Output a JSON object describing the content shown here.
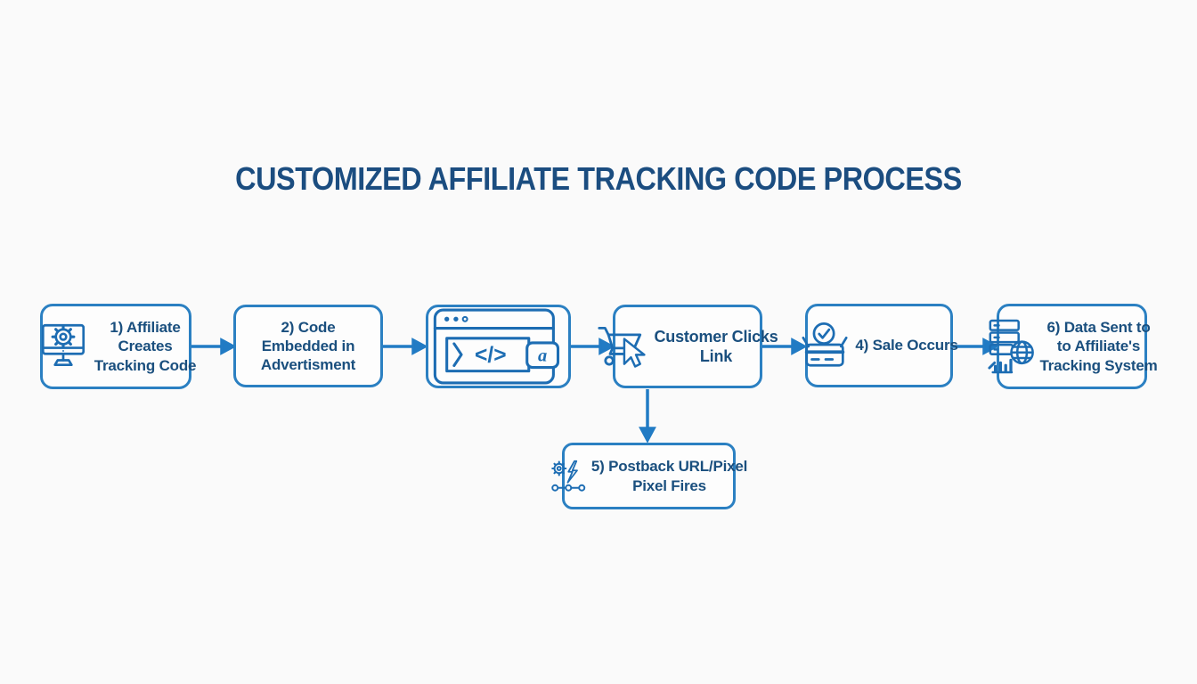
{
  "title": "CUSTOMIZED AFFILIATE TRACKING CODE PROCESS",
  "colors": {
    "background": "#fafafa",
    "box_border": "#2b80c2",
    "box_fill": "#fdfdfd",
    "text": "#1a4f7e",
    "title_text": "#1b4d80",
    "icon_stroke": "#1d6db3",
    "arrow": "#217bc4"
  },
  "steps": [
    {
      "label": "1) Affiliate\nCreates\nTracking Code",
      "icon": "monitor-gear-icon"
    },
    {
      "label": "2) Code\nEmbedded in\nAdvertisment",
      "icon": ""
    },
    {
      "label": "",
      "icon": "browser-code-icon",
      "icon_text": "</>",
      "icon_badge": "a"
    },
    {
      "label": "Customer Clicks\nLink",
      "icon": "cart-cursor-icon"
    },
    {
      "label": "4) Sale Occurs",
      "icon": "card-check-icon"
    },
    {
      "label": "6) Data Sent to\nto Affiliate's\nTracking System",
      "icon": "server-globe-analytics-icon"
    }
  ],
  "branch_step": {
    "label": "5) Postback URL/Pixel\nPixel Fires",
    "icon": "automation-gear-bolt-icon"
  }
}
